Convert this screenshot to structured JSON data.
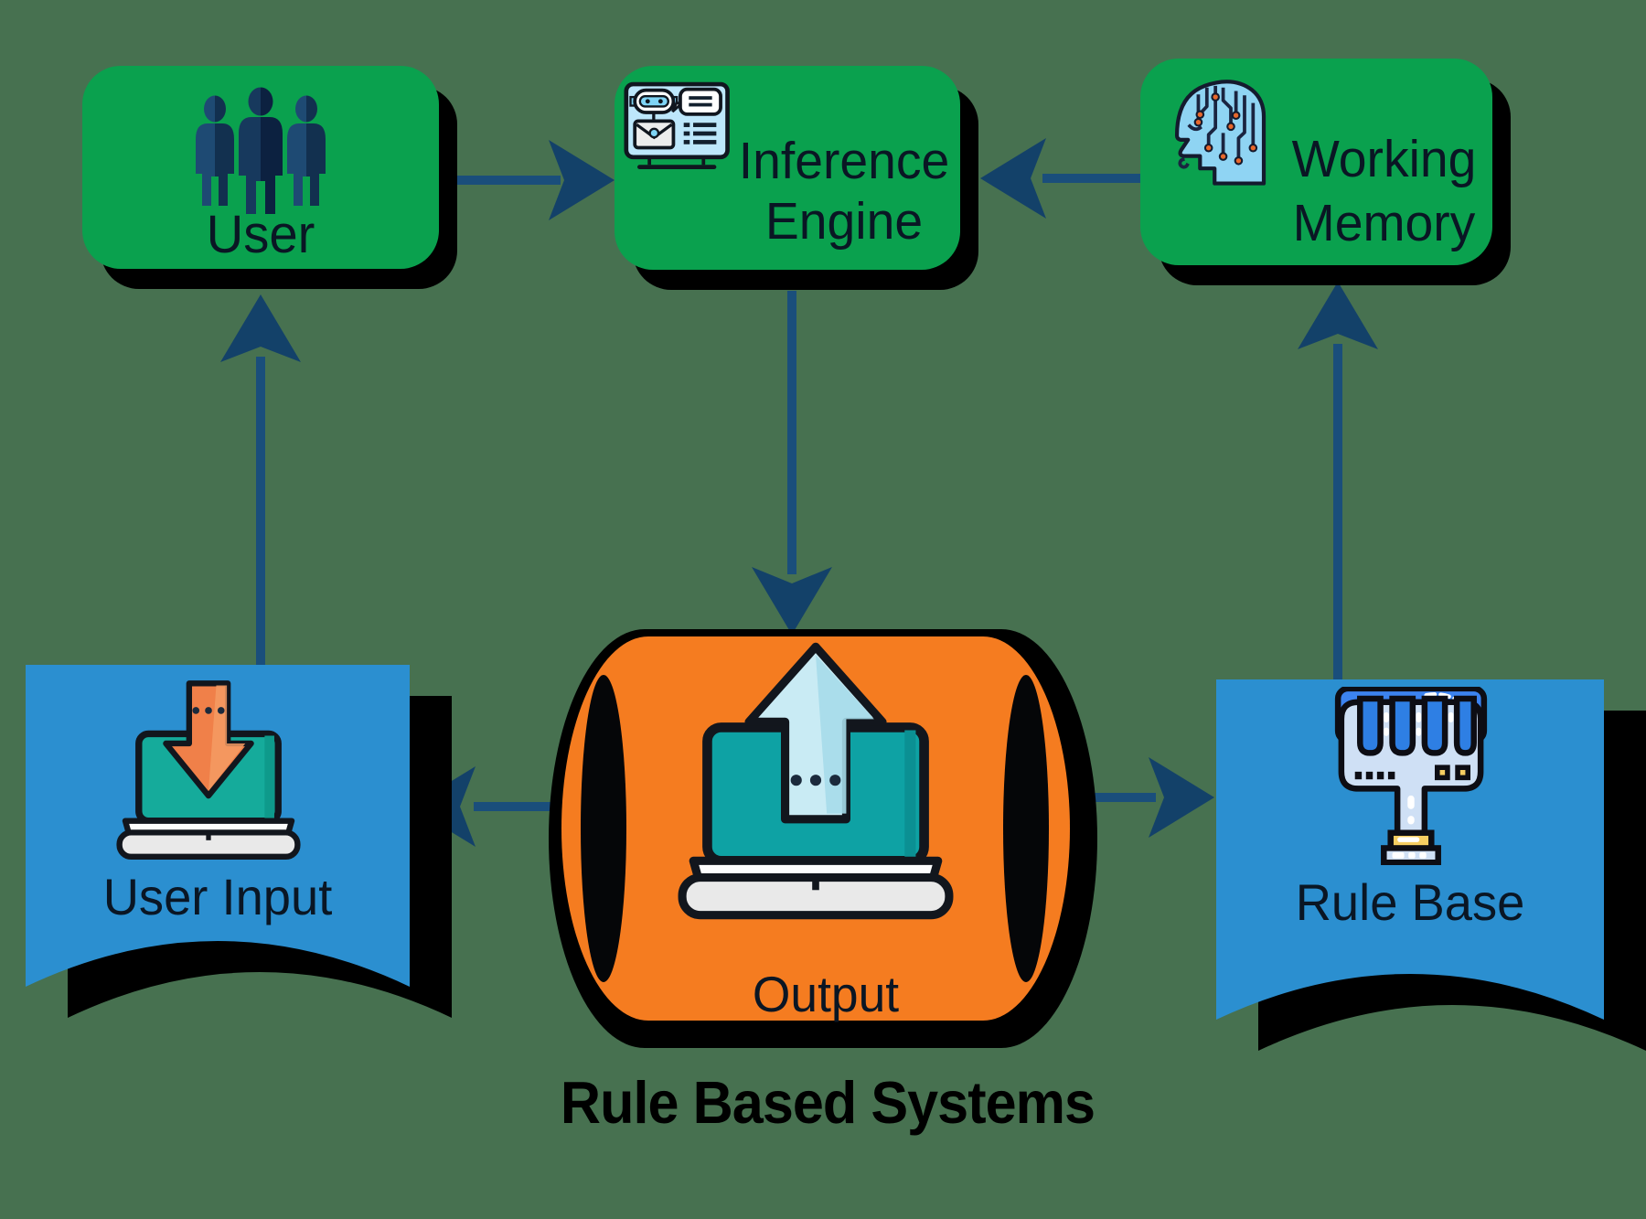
{
  "title": "Rule Based Systems",
  "colors": {
    "background": "#477150",
    "node_green": "#0AA14E",
    "node_blue": "#2B8FD0",
    "node_orange": "#F57C20",
    "arrow_shaft": "#1A4E7B",
    "arrow_head": "#134169",
    "shadow": "#000000",
    "label_text": "#0A1624",
    "title_text": "#000000",
    "icon_screen_blue": "#BDE7FB",
    "icon_head_blue": "#8FD4F3",
    "icon_node_orange": "#E8682C",
    "icon_laptop_teal": "#15AB9B",
    "icon_download_arrow": "#F08049",
    "icon_upload_arrow": "#C9EBF4",
    "icon_rulebase_light": "#CFE0F5",
    "icon_rulebase_blue": "#3C83F0",
    "icon_rulebase_yellow": "#F6CE62"
  },
  "nodes": {
    "user": {
      "label": "User",
      "icon": "people-icon",
      "color": "#0AA14E"
    },
    "inference_engine": {
      "label_line1": "Inference",
      "label_line2": "Engine",
      "icon": "chatbot-monitor-icon",
      "color": "#0AA14E"
    },
    "working_memory": {
      "label_line1": "Working",
      "label_line2": "Memory",
      "icon": "ai-head-circuit-icon",
      "color": "#0AA14E"
    },
    "user_input": {
      "label": "User Input",
      "icon": "laptop-download-icon",
      "color": "#2B8FD0"
    },
    "output": {
      "label": "Output",
      "icon": "laptop-upload-icon",
      "color": "#F57C20"
    },
    "rule_base": {
      "label": "Rule Base",
      "icon": "circuit-comb-icon",
      "color": "#2B8FD0"
    }
  },
  "edges": [
    {
      "from": "User",
      "to": "Inference Engine"
    },
    {
      "from": "Working Memory",
      "to": "Inference Engine"
    },
    {
      "from": "Inference Engine",
      "to": "Output"
    },
    {
      "from": "Output",
      "to": "User Input"
    },
    {
      "from": "Output",
      "to": "Rule Base"
    },
    {
      "from": "User Input",
      "to": "User"
    },
    {
      "from": "Rule Base",
      "to": "Working Memory"
    }
  ]
}
